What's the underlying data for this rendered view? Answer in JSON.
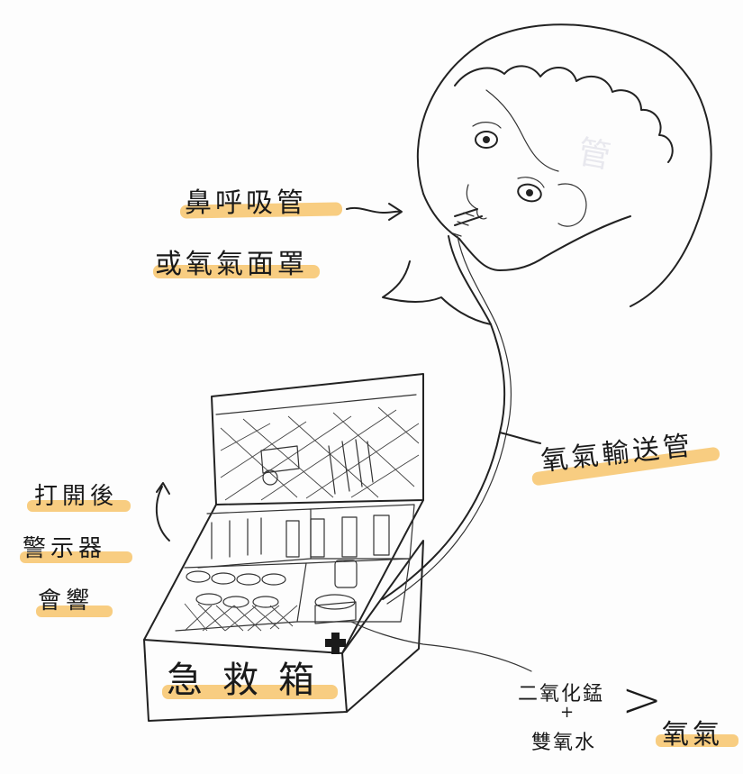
{
  "labels": {
    "nasal_tube": "鼻呼吸管",
    "oxygen_mask": "或氧氣面罩",
    "oxygen_tube": "氧氣輸送管",
    "after_open_1": "打開後",
    "after_open_2": "警示器",
    "after_open_3": "會響",
    "box_name": "急救箱",
    "reagent_1": "二氧化錳",
    "plus": "+",
    "reagent_2": "雙氧水",
    "arrow_gt": ">",
    "product": "氧氣"
  },
  "colors": {
    "highlighter": "#f7c46b",
    "ink": "#222222",
    "paper": "#fdfdfd",
    "cross": "#1a1a1a"
  },
  "icons": {
    "box_cross": "medical-cross-icon",
    "curved_arrow": "curved-arrow-icon",
    "pointer_arrow": "arrow-right-icon"
  }
}
